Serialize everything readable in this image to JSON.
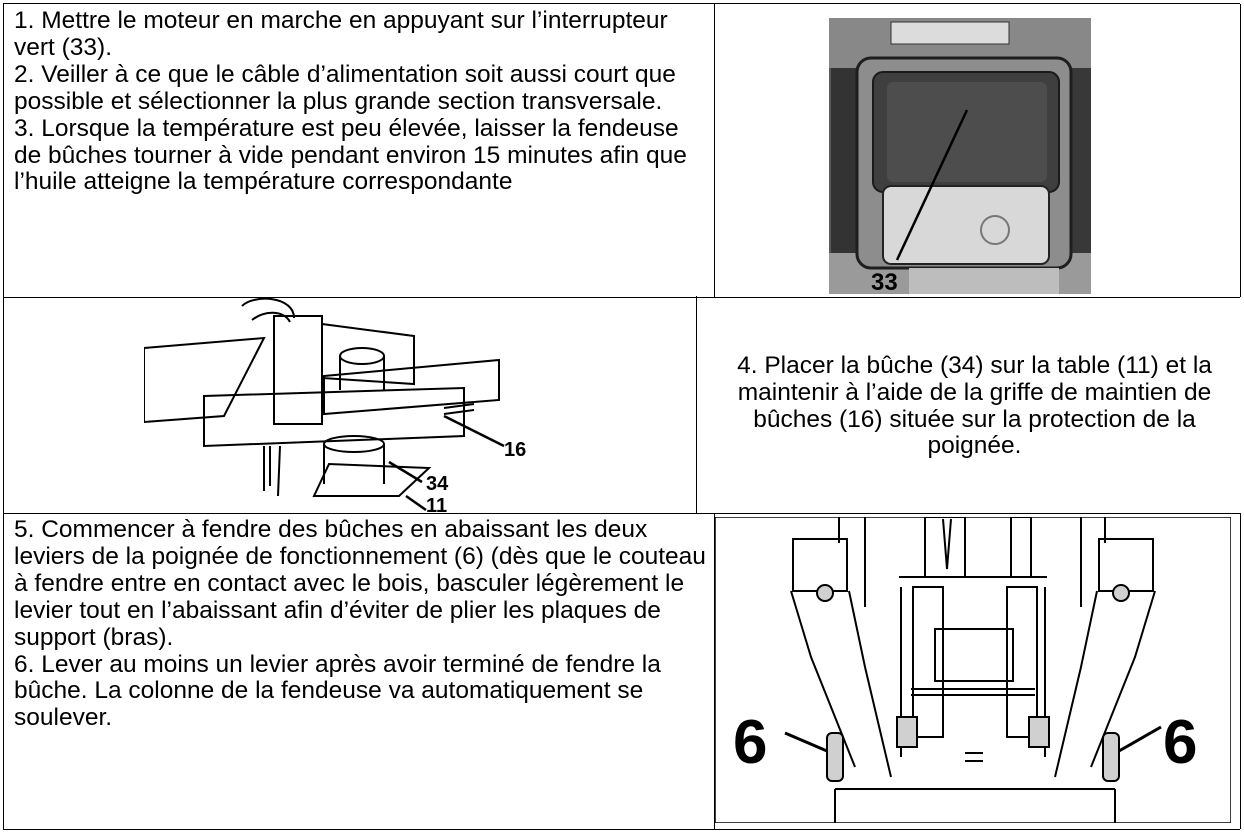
{
  "steps": {
    "s1": "1. Mettre le moteur en marche en appuyant sur l’interrupteur vert (33).",
    "s2": "2. Veiller à ce que le câble d’alimentation soit aussi court que possible et sélectionner la plus grande section transversale.",
    "s3": "3. Lorsque la température est peu élevée, laisser la fendeuse de bûches tourner à vide pendant environ 15 minutes afin que l’huile atteigne la température correspondante",
    "s4": "4. Placer la bûche (34) sur la table (11) et la maintenir à l’aide de la griffe de maintien de bûches (16) située sur la protection de la poignée.",
    "s5": "5. Commencer à fendre des bûches en abaissant les deux leviers de la poignée de fonctionnement (6) (dès que le couteau à fendre entre en contact avec le bois, basculer légèrement le levier tout en l’abaissant afin d’éviter de plier les plaques de support (bras).",
    "s6": "6. Lever au moins un levier après avoir terminé de fendre la bûche. La colonne de la fendeuse va automatiquement se soulever."
  },
  "figures": {
    "switch": {
      "callout": "33"
    },
    "splitter": {
      "callouts": [
        "16",
        "34",
        "11"
      ]
    },
    "levers": {
      "callout_left": "6",
      "callout_right": "6"
    }
  }
}
